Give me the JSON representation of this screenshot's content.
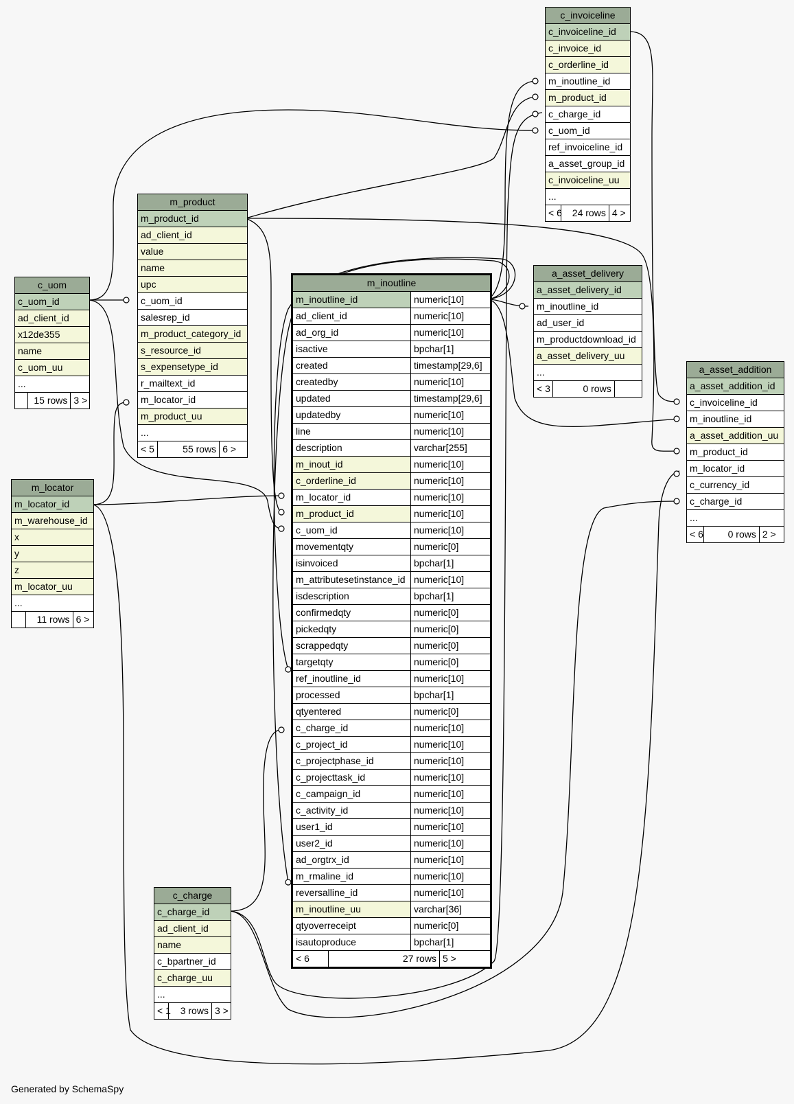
{
  "credit": "Generated by SchemaSpy",
  "tables": [
    {
      "id": "c_invoiceline",
      "name": "c_invoiceline",
      "columns": [
        {
          "name": "c_invoiceline_id",
          "kind": "pk"
        },
        {
          "name": "c_invoice_id",
          "kind": "fk"
        },
        {
          "name": "c_orderline_id",
          "kind": "fk"
        },
        {
          "name": "m_inoutline_id",
          "kind": "plain"
        },
        {
          "name": "m_product_id",
          "kind": "fk"
        },
        {
          "name": "c_charge_id",
          "kind": "plain"
        },
        {
          "name": "c_uom_id",
          "kind": "plain"
        },
        {
          "name": "ref_invoiceline_id",
          "kind": "plain"
        },
        {
          "name": "a_asset_group_id",
          "kind": "plain"
        },
        {
          "name": "c_invoiceline_uu",
          "kind": "fk"
        },
        {
          "name": "...",
          "kind": "plain"
        }
      ],
      "footer": [
        "< 6",
        "24 rows",
        "4 >"
      ]
    },
    {
      "id": "m_product",
      "name": "m_product",
      "columns": [
        {
          "name": "m_product_id",
          "kind": "pk"
        },
        {
          "name": "ad_client_id",
          "kind": "fk"
        },
        {
          "name": "value",
          "kind": "fk"
        },
        {
          "name": "name",
          "kind": "fk"
        },
        {
          "name": "upc",
          "kind": "fk"
        },
        {
          "name": "c_uom_id",
          "kind": "plain"
        },
        {
          "name": "salesrep_id",
          "kind": "plain"
        },
        {
          "name": "m_product_category_id",
          "kind": "fk"
        },
        {
          "name": "s_resource_id",
          "kind": "fk"
        },
        {
          "name": "s_expensetype_id",
          "kind": "fk"
        },
        {
          "name": "r_mailtext_id",
          "kind": "plain"
        },
        {
          "name": "m_locator_id",
          "kind": "plain"
        },
        {
          "name": "m_product_uu",
          "kind": "fk"
        },
        {
          "name": "...",
          "kind": "plain"
        }
      ],
      "footer": [
        "< 5",
        "55 rows",
        "6 >"
      ]
    },
    {
      "id": "c_uom",
      "name": "c_uom",
      "columns": [
        {
          "name": "c_uom_id",
          "kind": "pk"
        },
        {
          "name": "ad_client_id",
          "kind": "fk"
        },
        {
          "name": "x12de355",
          "kind": "fk"
        },
        {
          "name": "name",
          "kind": "fk"
        },
        {
          "name": "c_uom_uu",
          "kind": "fk"
        },
        {
          "name": "...",
          "kind": "plain"
        }
      ],
      "footer": [
        "",
        "15 rows",
        "3 >"
      ]
    },
    {
      "id": "m_locator",
      "name": "m_locator",
      "columns": [
        {
          "name": "m_locator_id",
          "kind": "pk"
        },
        {
          "name": "m_warehouse_id",
          "kind": "fk"
        },
        {
          "name": "x",
          "kind": "fk"
        },
        {
          "name": "y",
          "kind": "fk"
        },
        {
          "name": "z",
          "kind": "fk"
        },
        {
          "name": "m_locator_uu",
          "kind": "fk"
        },
        {
          "name": "...",
          "kind": "plain"
        }
      ],
      "footer": [
        "",
        "11 rows",
        "6 >"
      ]
    },
    {
      "id": "a_asset_delivery",
      "name": "a_asset_delivery",
      "columns": [
        {
          "name": "a_asset_delivery_id",
          "kind": "pk"
        },
        {
          "name": "m_inoutline_id",
          "kind": "plain"
        },
        {
          "name": "ad_user_id",
          "kind": "plain"
        },
        {
          "name": "m_productdownload_id",
          "kind": "plain"
        },
        {
          "name": "a_asset_delivery_uu",
          "kind": "fk"
        },
        {
          "name": "...",
          "kind": "plain"
        }
      ],
      "footer": [
        "< 3",
        "0 rows",
        ""
      ]
    },
    {
      "id": "a_asset_addition",
      "name": "a_asset_addition",
      "columns": [
        {
          "name": "a_asset_addition_id",
          "kind": "pk"
        },
        {
          "name": "c_invoiceline_id",
          "kind": "plain"
        },
        {
          "name": "m_inoutline_id",
          "kind": "plain"
        },
        {
          "name": "a_asset_addition_uu",
          "kind": "fk"
        },
        {
          "name": "m_product_id",
          "kind": "plain"
        },
        {
          "name": "m_locator_id",
          "kind": "plain"
        },
        {
          "name": "c_currency_id",
          "kind": "plain"
        },
        {
          "name": "c_charge_id",
          "kind": "plain"
        },
        {
          "name": "...",
          "kind": "plain"
        }
      ],
      "footer": [
        "< 6",
        "0 rows",
        "2 >"
      ]
    },
    {
      "id": "c_charge",
      "name": "c_charge",
      "columns": [
        {
          "name": "c_charge_id",
          "kind": "pk"
        },
        {
          "name": "ad_client_id",
          "kind": "fk"
        },
        {
          "name": "name",
          "kind": "fk"
        },
        {
          "name": "c_bpartner_id",
          "kind": "plain"
        },
        {
          "name": "c_charge_uu",
          "kind": "fk"
        },
        {
          "name": "...",
          "kind": "plain"
        }
      ],
      "footer": [
        "< 1",
        "3 rows",
        "3 >"
      ]
    },
    {
      "id": "m_inoutline",
      "name": "m_inoutline",
      "focus": true,
      "columns": [
        {
          "name": "m_inoutline_id",
          "type": "numeric[10]",
          "kind": "pk"
        },
        {
          "name": "ad_client_id",
          "type": "numeric[10]",
          "kind": "plain"
        },
        {
          "name": "ad_org_id",
          "type": "numeric[10]",
          "kind": "plain"
        },
        {
          "name": "isactive",
          "type": "bpchar[1]",
          "kind": "plain"
        },
        {
          "name": "created",
          "type": "timestamp[29,6]",
          "kind": "plain"
        },
        {
          "name": "createdby",
          "type": "numeric[10]",
          "kind": "plain"
        },
        {
          "name": "updated",
          "type": "timestamp[29,6]",
          "kind": "plain"
        },
        {
          "name": "updatedby",
          "type": "numeric[10]",
          "kind": "plain"
        },
        {
          "name": "line",
          "type": "numeric[10]",
          "kind": "plain"
        },
        {
          "name": "description",
          "type": "varchar[255]",
          "kind": "plain"
        },
        {
          "name": "m_inout_id",
          "type": "numeric[10]",
          "kind": "fk"
        },
        {
          "name": "c_orderline_id",
          "type": "numeric[10]",
          "kind": "fk"
        },
        {
          "name": "m_locator_id",
          "type": "numeric[10]",
          "kind": "plain"
        },
        {
          "name": "m_product_id",
          "type": "numeric[10]",
          "kind": "fk"
        },
        {
          "name": "c_uom_id",
          "type": "numeric[10]",
          "kind": "plain"
        },
        {
          "name": "movementqty",
          "type": "numeric[0]",
          "kind": "plain"
        },
        {
          "name": "isinvoiced",
          "type": "bpchar[1]",
          "kind": "plain"
        },
        {
          "name": "m_attributesetinstance_id",
          "type": "numeric[10]",
          "kind": "plain"
        },
        {
          "name": "isdescription",
          "type": "bpchar[1]",
          "kind": "plain"
        },
        {
          "name": "confirmedqty",
          "type": "numeric[0]",
          "kind": "plain"
        },
        {
          "name": "pickedqty",
          "type": "numeric[0]",
          "kind": "plain"
        },
        {
          "name": "scrappedqty",
          "type": "numeric[0]",
          "kind": "plain"
        },
        {
          "name": "targetqty",
          "type": "numeric[0]",
          "kind": "plain"
        },
        {
          "name": "ref_inoutline_id",
          "type": "numeric[10]",
          "kind": "plain"
        },
        {
          "name": "processed",
          "type": "bpchar[1]",
          "kind": "plain"
        },
        {
          "name": "qtyentered",
          "type": "numeric[0]",
          "kind": "plain"
        },
        {
          "name": "c_charge_id",
          "type": "numeric[10]",
          "kind": "plain"
        },
        {
          "name": "c_project_id",
          "type": "numeric[10]",
          "kind": "plain"
        },
        {
          "name": "c_projectphase_id",
          "type": "numeric[10]",
          "kind": "plain"
        },
        {
          "name": "c_projecttask_id",
          "type": "numeric[10]",
          "kind": "plain"
        },
        {
          "name": "c_campaign_id",
          "type": "numeric[10]",
          "kind": "plain"
        },
        {
          "name": "c_activity_id",
          "type": "numeric[10]",
          "kind": "plain"
        },
        {
          "name": "user1_id",
          "type": "numeric[10]",
          "kind": "plain"
        },
        {
          "name": "user2_id",
          "type": "numeric[10]",
          "kind": "plain"
        },
        {
          "name": "ad_orgtrx_id",
          "type": "numeric[10]",
          "kind": "plain"
        },
        {
          "name": "m_rmaline_id",
          "type": "numeric[10]",
          "kind": "plain"
        },
        {
          "name": "reversalline_id",
          "type": "numeric[10]",
          "kind": "plain"
        },
        {
          "name": "m_inoutline_uu",
          "type": "varchar[36]",
          "kind": "fk"
        },
        {
          "name": "qtyoverreceipt",
          "type": "numeric[0]",
          "kind": "plain"
        },
        {
          "name": "isautoproduce",
          "type": "bpchar[1]",
          "kind": "plain"
        }
      ],
      "footer": [
        "< 6",
        "27 rows",
        "5 >"
      ]
    }
  ]
}
